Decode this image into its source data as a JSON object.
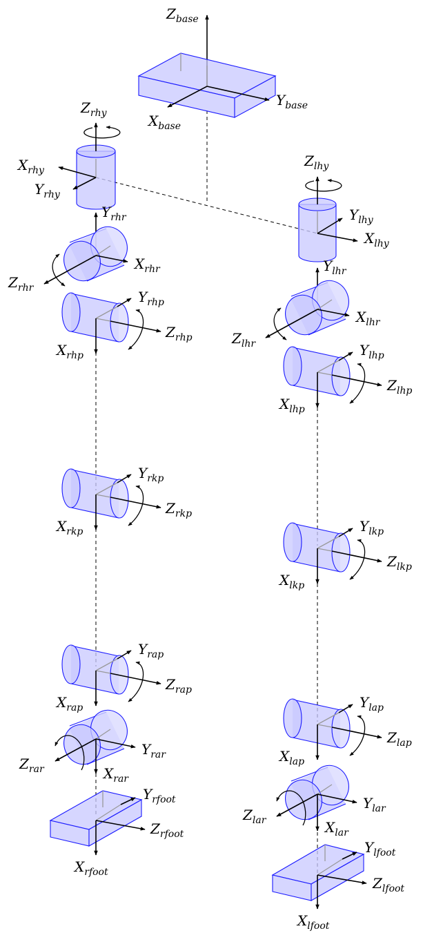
{
  "colors": {
    "body_fill": "#c8c8ff",
    "body_stroke": "#1a1aff",
    "axis": "#000000",
    "inner_axis": "#999999",
    "dashed": "#000000"
  },
  "frames": {
    "base": {
      "z": {
        "main": "Z",
        "sub": "base"
      },
      "y": {
        "main": "Y",
        "sub": "base"
      },
      "x": {
        "main": "X",
        "sub": "base"
      }
    },
    "rhy": {
      "z": {
        "main": "Z",
        "sub": "rhy"
      },
      "x": {
        "main": "X",
        "sub": "rhy"
      },
      "y": {
        "main": "Y",
        "sub": "rhy"
      }
    },
    "rhr": {
      "y": {
        "main": "Y",
        "sub": "rhr"
      },
      "x": {
        "main": "X",
        "sub": "rhr"
      },
      "z": {
        "main": "Z",
        "sub": "rhr"
      }
    },
    "rhp": {
      "y": {
        "main": "Y",
        "sub": "rhp"
      },
      "z": {
        "main": "Z",
        "sub": "rhp"
      },
      "x": {
        "main": "X",
        "sub": "rhp"
      }
    },
    "rkp": {
      "y": {
        "main": "Y",
        "sub": "rkp"
      },
      "z": {
        "main": "Z",
        "sub": "rkp"
      },
      "x": {
        "main": "X",
        "sub": "rkp"
      }
    },
    "rap": {
      "y": {
        "main": "Y",
        "sub": "rap"
      },
      "z": {
        "main": "Z",
        "sub": "rap"
      },
      "x": {
        "main": "X",
        "sub": "rap"
      }
    },
    "rar": {
      "y": {
        "main": "Y",
        "sub": "rar"
      },
      "z": {
        "main": "Z",
        "sub": "rar"
      },
      "x": {
        "main": "X",
        "sub": "rar"
      }
    },
    "rfoot": {
      "y": {
        "main": "Y",
        "sub": "rfoot"
      },
      "z": {
        "main": "Z",
        "sub": "rfoot"
      },
      "x": {
        "main": "X",
        "sub": "rfoot"
      }
    },
    "lhy": {
      "z": {
        "main": "Z",
        "sub": "lhy"
      },
      "y": {
        "main": "Y",
        "sub": "lhy"
      },
      "x": {
        "main": "X",
        "sub": "lhy"
      }
    },
    "lhr": {
      "y": {
        "main": "Y",
        "sub": "lhr"
      },
      "x": {
        "main": "X",
        "sub": "lhr"
      },
      "z": {
        "main": "Z",
        "sub": "lhr"
      }
    },
    "lhp": {
      "y": {
        "main": "Y",
        "sub": "lhp"
      },
      "z": {
        "main": "Z",
        "sub": "lhp"
      },
      "x": {
        "main": "X",
        "sub": "lhp"
      }
    },
    "lkp": {
      "y": {
        "main": "Y",
        "sub": "lkp"
      },
      "z": {
        "main": "Z",
        "sub": "lkp"
      },
      "x": {
        "main": "X",
        "sub": "lkp"
      }
    },
    "lap": {
      "y": {
        "main": "Y",
        "sub": "lap"
      },
      "z": {
        "main": "Z",
        "sub": "lap"
      },
      "x": {
        "main": "X",
        "sub": "lap"
      }
    },
    "lar": {
      "y": {
        "main": "Y",
        "sub": "lar"
      },
      "z": {
        "main": "Z",
        "sub": "lar"
      },
      "x": {
        "main": "X",
        "sub": "lar"
      }
    },
    "lfoot": {
      "y": {
        "main": "Y",
        "sub": "lfoot"
      },
      "z": {
        "main": "Z",
        "sub": "lfoot"
      },
      "x": {
        "main": "X",
        "sub": "lfoot"
      }
    }
  }
}
